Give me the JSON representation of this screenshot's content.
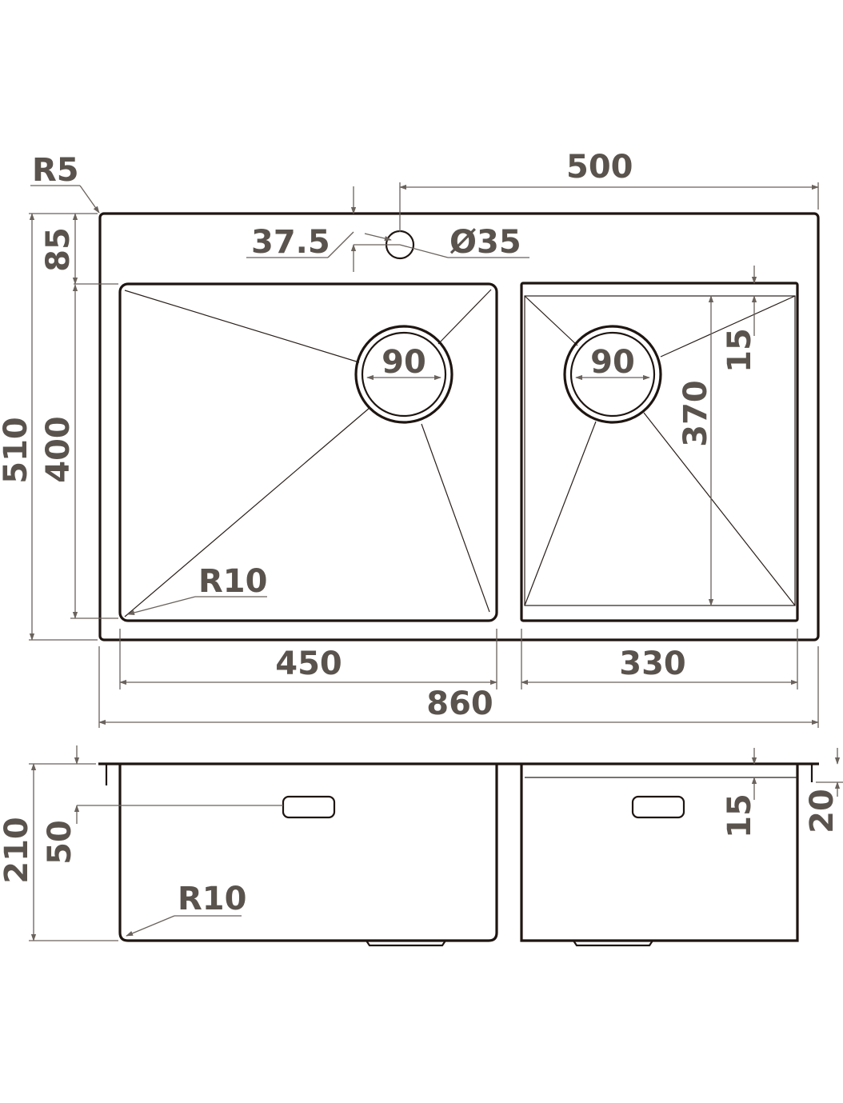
{
  "labels": {
    "r5": "R5",
    "w500": "500",
    "d37_5": "37.5",
    "dia35": "Ø35",
    "h85": "85",
    "h510": "510",
    "h400": "400",
    "drain_left": "90",
    "drain_right": "90",
    "d15_top": "15",
    "h370": "370",
    "r10_top": "R10",
    "w450": "450",
    "w330": "330",
    "w860": "860",
    "h210": "210",
    "h50": "50",
    "r10_side": "R10",
    "d15_side": "15",
    "h20": "20"
  },
  "colors": {
    "line": "#1e1511",
    "dimension_text": "#5a534d"
  }
}
